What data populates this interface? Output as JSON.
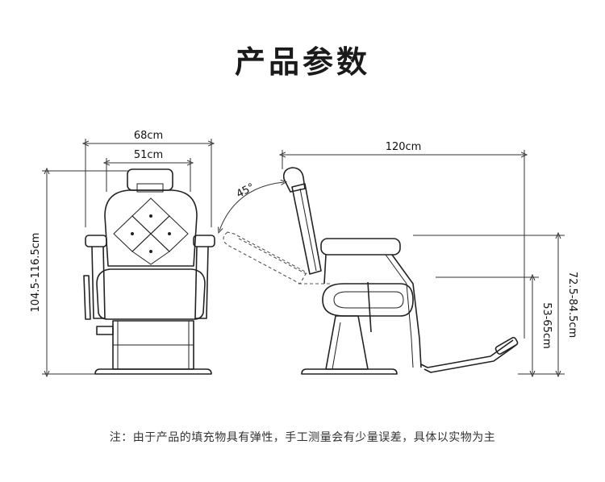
{
  "title": "产品参数",
  "front_view": {
    "overall_width": "68cm",
    "seat_width": "51cm",
    "height": "104.5-116.5cm"
  },
  "side_view": {
    "length": "120cm",
    "recline_angle": "45°",
    "armrest_height": "72.5-84.5cm",
    "seat_height": "53-65cm"
  },
  "note": "注：由于产品的填充物具有弹性，手工测量会有少量误差，具体以实物为主"
}
